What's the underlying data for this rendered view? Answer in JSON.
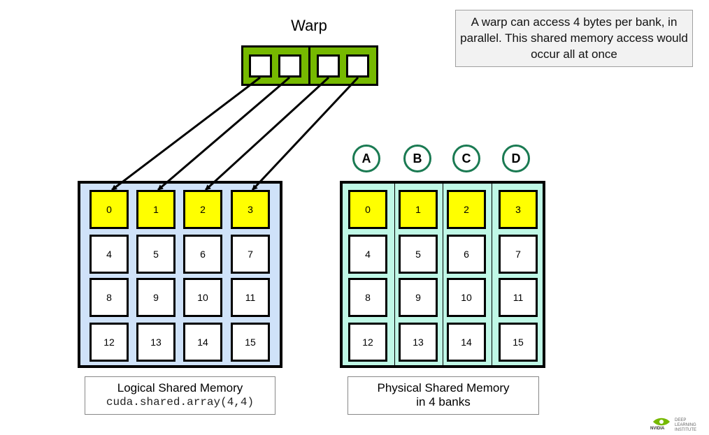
{
  "warp": {
    "title": "Warp"
  },
  "callout": {
    "text": "A warp can access 4 bytes per bank, in parallel. This shared memory access would occur all at once"
  },
  "logical": {
    "cells": [
      "0",
      "1",
      "2",
      "3",
      "4",
      "5",
      "6",
      "7",
      "8",
      "9",
      "10",
      "11",
      "12",
      "13",
      "14",
      "15"
    ],
    "caption_line1": "Logical Shared Memory",
    "caption_line2": "cuda.shared.array(4,4)"
  },
  "physical": {
    "banks": [
      "A",
      "B",
      "C",
      "D"
    ],
    "cells": [
      "0",
      "1",
      "2",
      "3",
      "4",
      "5",
      "6",
      "7",
      "8",
      "9",
      "10",
      "11",
      "12",
      "13",
      "14",
      "15"
    ],
    "caption_line1": "Physical Shared Memory",
    "caption_line2": "in 4 banks"
  },
  "highlighted_cells": [
    0,
    1,
    2,
    3
  ],
  "logo": {
    "line1": "DEEP",
    "line2": "LEARNING",
    "line3": "INSTITUTE",
    "brand": "NVIDIA"
  },
  "colors": {
    "warp_green": "#76b900",
    "highlight_yellow": "#ffff00",
    "logical_bg": "#cfe2f9",
    "physical_bg": "#bff8e6",
    "bank_circle_border": "#1a7a52"
  }
}
